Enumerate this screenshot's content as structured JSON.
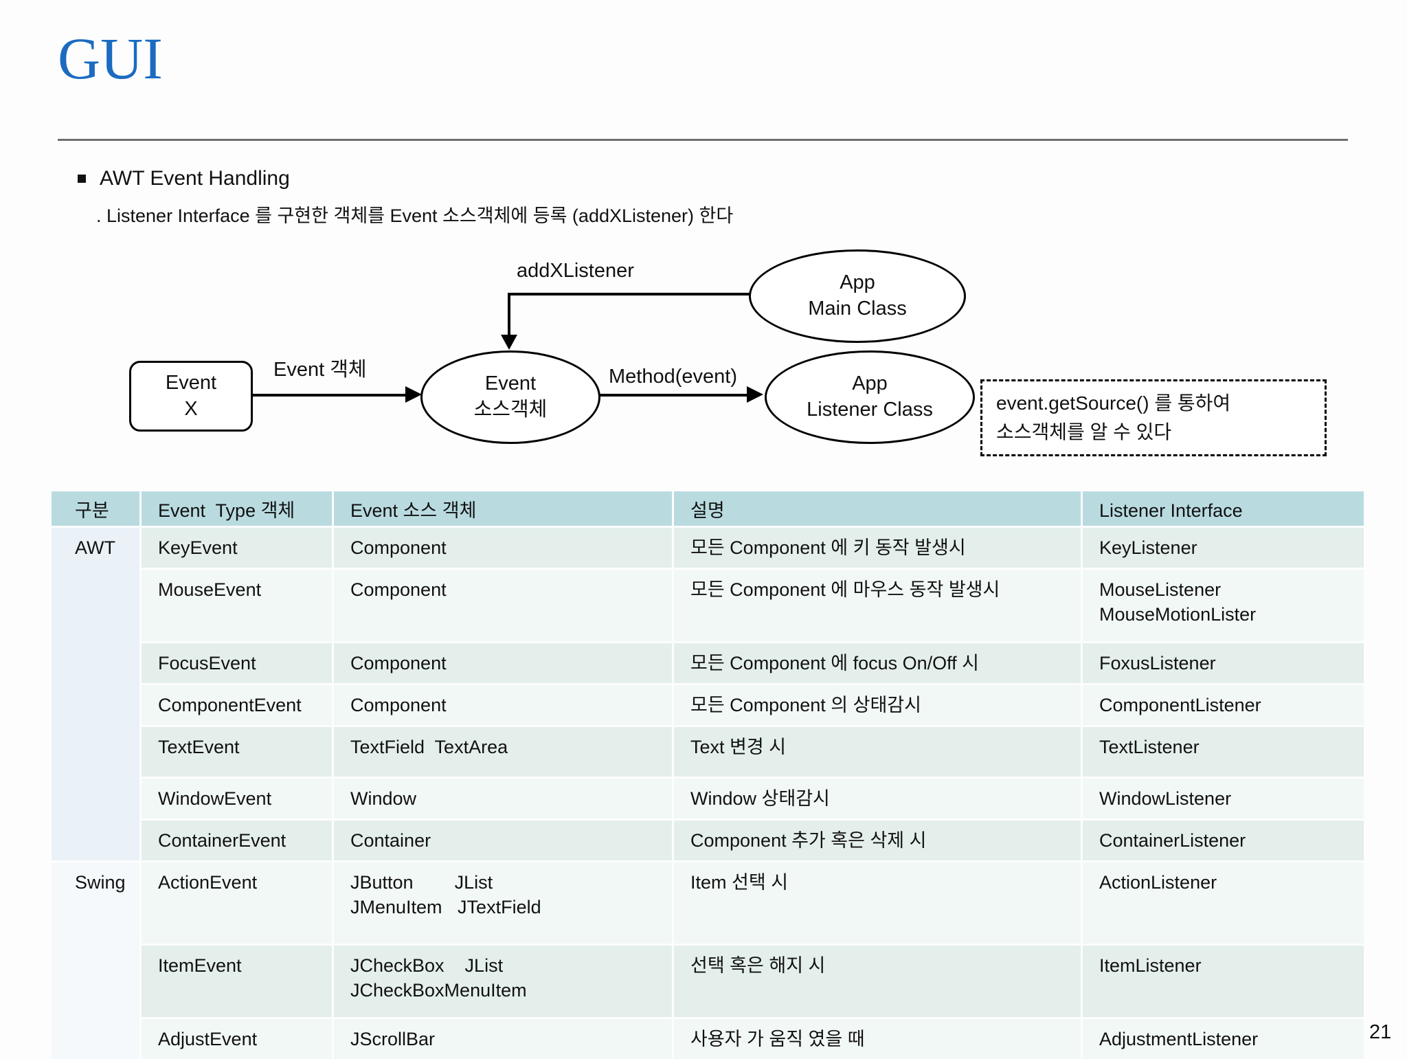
{
  "page": {
    "title": "GUI",
    "page_number": "21",
    "accent_color": "#1b6bc1"
  },
  "content": {
    "heading": "AWT Event Handling",
    "subheading": ". Listener Interface 를 구현한 객체를 Event 소스객체에 등록 (addXListener) 한다"
  },
  "diagram": {
    "event_x": {
      "line1": "Event",
      "line2": "X"
    },
    "event_source": {
      "line1": "Event",
      "line2": "소스객체"
    },
    "app_main": {
      "line1": "App",
      "line2": "Main Class"
    },
    "app_listener": {
      "line1": "App",
      "line2": "Listener Class"
    },
    "labels": {
      "event_object": "Event 객체",
      "add_x_listener": "addXListener",
      "method_event": "Method(event)"
    },
    "note": {
      "line1": "event.getSource() 를 통하여",
      "line2": "소스객체를 알 수 있다"
    }
  },
  "table": {
    "header": {
      "category": "구분",
      "event_type": "Event  Type 객체",
      "event_source": "Event 소스 객체",
      "description": "설명",
      "listener": "Listener Interface"
    },
    "groups": [
      {
        "label": "AWT"
      },
      {
        "label": "Swing"
      }
    ],
    "rows": [
      {
        "event_type": "KeyEvent",
        "source": "Component",
        "description": "모든 Component 에 키 동작 발생시",
        "listener": "KeyListener"
      },
      {
        "event_type": "MouseEvent",
        "source": "Component",
        "description": "모든 Component 에 마우스 동작 발생시",
        "listener": "MouseListener\nMouseMotionLister"
      },
      {
        "event_type": "FocusEvent",
        "source": "Component",
        "description": "모든 Component 에 focus On/Off 시",
        "listener": "FoxusListener"
      },
      {
        "event_type": "ComponentEvent",
        "source": "Component",
        "description": "모든 Component 의 상태감시",
        "listener": "ComponentListener"
      },
      {
        "event_type": "TextEvent",
        "source": "TextField  TextArea",
        "description": "Text 변경 시",
        "listener": "TextListener"
      },
      {
        "event_type": "WindowEvent",
        "source": "Window",
        "description": "Window 상태감시",
        "listener": "WindowListener"
      },
      {
        "event_type": "ContainerEvent",
        "source": "Container",
        "description": "Component 추가 혹은 삭제 시",
        "listener": "ContainerListener"
      },
      {
        "event_type": "ActionEvent",
        "source": "JButton        JList\nJMenuItem   JTextField",
        "description": "Item 선택 시",
        "listener": "ActionListener"
      },
      {
        "event_type": "ItemEvent",
        "source": "JCheckBox    JList\nJCheckBoxMenuItem",
        "description": "선택 혹은 해지 시",
        "listener": "ItemListener"
      },
      {
        "event_type": "AdjustEvent",
        "source": "JScrollBar",
        "description": "사용자 가 움직 였을 때",
        "listener": "AdjustmentListener"
      }
    ],
    "colors": {
      "header_bg": "#b9dbe0",
      "row_odd_bg": "#e4efec",
      "row_even_bg": "#f2f8f6",
      "awt_bg": "#eaf2f7",
      "swing_bg": "#f5f9fb"
    }
  }
}
